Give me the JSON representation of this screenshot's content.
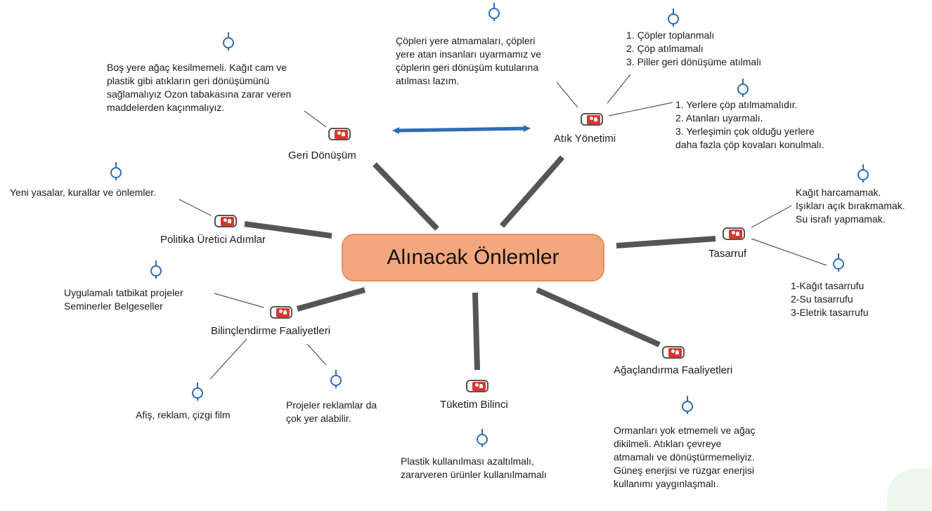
{
  "center": {
    "title": "Alınacak Önlemler"
  },
  "topics": {
    "geri_donusum": "Geri Dönüşüm",
    "atik_yonetimi": "Atık Yönetimi",
    "politika": "Politika Üretici Adımlar",
    "tasarruf": "Tasarruf",
    "bilinclendirme": "Bilinçlendirme Faaliyetleri",
    "tuketim": "Tüketim Bilinci",
    "agaclandirma": "Ağaçlandırma Faaliyetleri"
  },
  "notes": {
    "geri_donusum": [
      "Boş yere ağaç kesilmemeli. Kağıt cam ve",
      "plastik gibi atıkların geri dönüşümünü",
      "sağlamalıyız Ozon tabakasına zarar veren",
      "maddelerden kaçınmalıyız."
    ],
    "atik_a": [
      "Çöpleri yere atmamaları, çöpleri",
      "yere atan insanları uyarmamız ve",
      "çöplerin geri dönüşüm kutularına",
      "atılması lazım."
    ],
    "atik_b": [
      "1. Çöpler toplanmalı",
      "2. Çöp atılmamalı",
      "3. Piller geri dönüşüme atılmalı"
    ],
    "atik_c": [
      "1. Yerlere çöp atılmamalıdır.",
      "2. Atanları uyarmalı.",
      "3. Yerleşimin çok olduğu yerlere",
      "daha fazla çöp kovaları konulmalı."
    ],
    "politika": [
      "Yeni yasalar, kurallar ve önlemler."
    ],
    "tasarruf_a": [
      "Kağıt harcamamak.",
      "Işıkları açık bırakmamak.",
      "Su israfı yapmamak."
    ],
    "tasarruf_b": [
      "1-Kağıt tasarrufu",
      "2-Su tasarrufu",
      "3-Eletrik tasarrufu"
    ],
    "bilinc_a": [
      "Uygulamalı tatbikat projeler",
      "Seminerler Belgeseller"
    ],
    "bilinc_b": [
      "Afiş, reklam, çizgi film"
    ],
    "bilinc_c": [
      "Projeler reklamlar da",
      "çok yer alabilir."
    ],
    "tuketim": [
      "Plastik kullanılması azaltılmalı,",
      "zararveren ürünler kullanılmamalı"
    ],
    "agaclandirma": [
      "Ormanları yok etmemeli ve ağaç",
      "dikilmeli. Atıkları çevreye",
      "atmamalı ve dönüştürmemeliyiz.",
      "Güneş enerjisi ve rüzgar enerjisi",
      "kullanımı yaygınlaşmalı."
    ]
  },
  "colors": {
    "center_fill": "#f4a77f",
    "branch": "#555555",
    "arrow": "#2f6db5",
    "pin": "#2f6db5",
    "badge": "#d9362b"
  },
  "icons": {
    "topic_marker": "person-card-icon",
    "note_marker": "pin-icon",
    "relation": "double-arrow"
  }
}
